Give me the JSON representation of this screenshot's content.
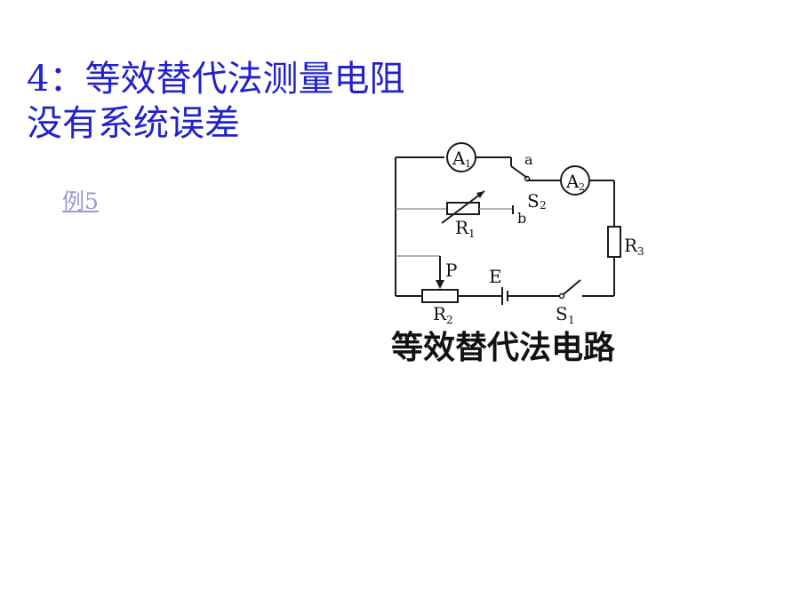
{
  "slide": {
    "title_line1": "4：等效替代法测量电阻",
    "title_line2": "没有系统误差",
    "example_link": "例5"
  },
  "circuit": {
    "ammeter1": "A",
    "ammeter1_sub": "1",
    "ammeter2": "A",
    "ammeter2_sub": "2",
    "switch_a": "a",
    "switch_b": "b",
    "switch2": "S",
    "switch2_sub": "2",
    "rheostat1": "R",
    "rheostat1_sub": "1",
    "resistor3": "R",
    "resistor3_sub": "3",
    "slider_p": "P",
    "rheostat2": "R",
    "rheostat2_sub": "2",
    "battery": "E",
    "switch1": "S",
    "switch1_sub": "1",
    "caption": "等效替代法电路"
  },
  "colors": {
    "title": "#2222cc",
    "link": "#9a9ad8"
  }
}
